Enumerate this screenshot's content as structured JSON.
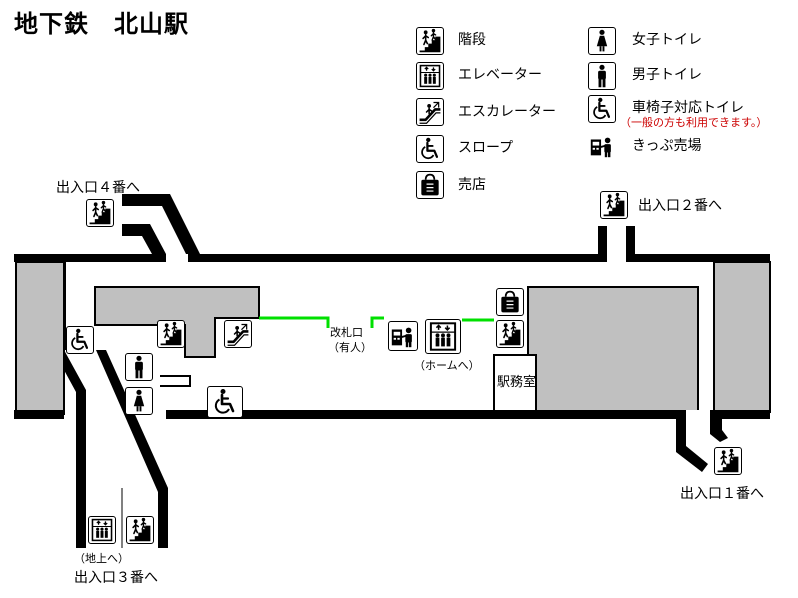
{
  "title": "地下鉄　北山駅",
  "legend": {
    "stairs": "階段",
    "elevator": "エレベーター",
    "escalator": "エスカレーター",
    "slope": "スロープ",
    "shop": "売店",
    "women_toilet": "女子トイレ",
    "men_toilet": "男子トイレ",
    "accessible_toilet": "車椅子対応トイレ",
    "accessible_toilet_note": "（一般の方も利用できます。）",
    "ticket": "きっぷ売場"
  },
  "labels": {
    "exit4": "出入口４番へ",
    "exit2": "出入口２番へ",
    "exit1": "出入口１番へ",
    "exit3": "出入口３番へ",
    "gate": "改札口",
    "gate_note": "（有人）",
    "to_platform": "（ホームへ）",
    "to_ground": "（地上へ）",
    "station_office": "駅務室"
  },
  "colors": {
    "wall": "#000000",
    "block_fill": "#c0c0c0",
    "gate_line": "#00e000",
    "note_text": "#cc0000"
  },
  "icons": {
    "stairs": "stairs-icon",
    "elevator": "elevator-icon",
    "escalator": "escalator-icon",
    "slope": "wheelchair-icon",
    "shop": "shop-icon",
    "women_toilet": "woman-icon",
    "men_toilet": "man-icon",
    "accessible_toilet": "wheelchair-icon",
    "ticket": "ticket-machine-icon"
  }
}
